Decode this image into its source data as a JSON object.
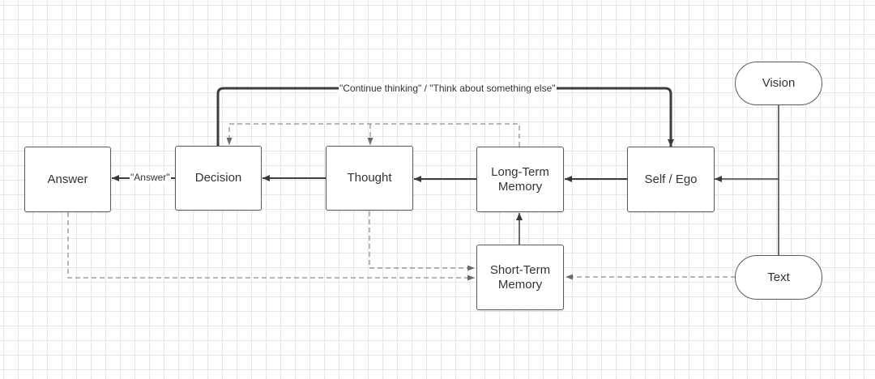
{
  "nodes": {
    "answer": "Answer",
    "decision": "Decision",
    "thought": "Thought",
    "long_term_memory": "Long-Term\nMemory",
    "self_ego": "Self / Ego",
    "vision": "Vision",
    "short_term_memory": "Short-Term\nMemory",
    "text": "Text"
  },
  "edge_labels": {
    "loop": "\"Continue thinking\" / \"Think about something else\"",
    "answer": "\"Answer\""
  },
  "colors": {
    "line": "#4a4a4a",
    "dashed": "#8a8a8a",
    "border": "#5b5b5b"
  }
}
